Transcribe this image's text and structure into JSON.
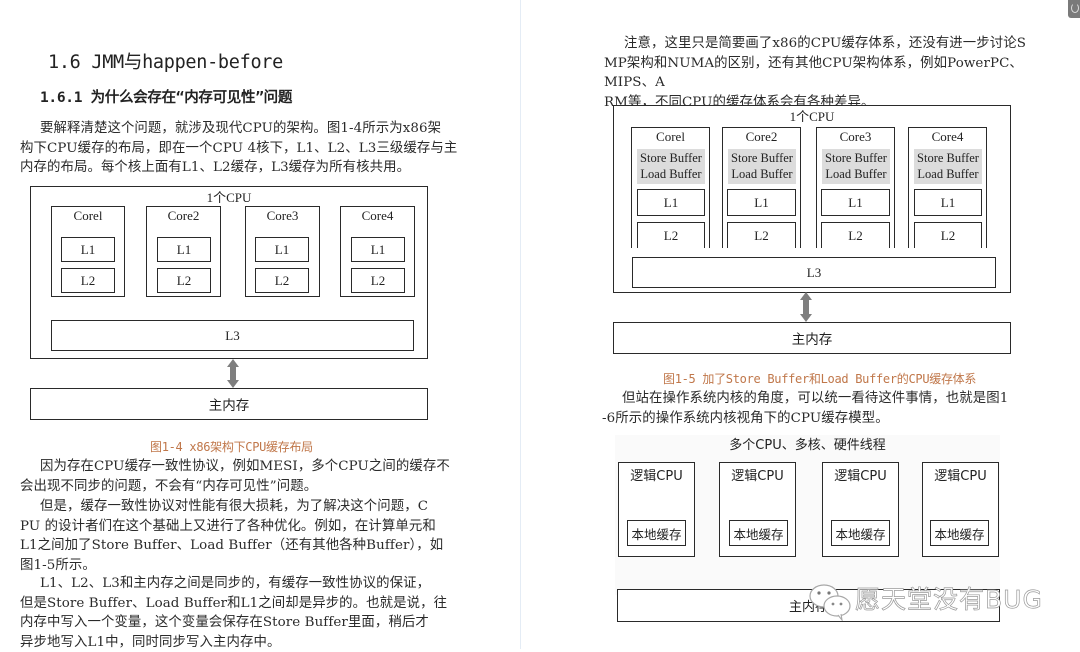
{
  "left_page": {
    "section_title": "1.6 JMM与happen-before",
    "subsection_title": "1.6.1 为什么会存在“内存可见性”问题",
    "paragraphs": [
      [
        "要解释清楚这个问题，就涉及现代CPU的架构。图1-4所示为x86架",
        "构下CPU缓存的布局，即在一个CPU 4核下，L1、L2、L3三级缓存与主",
        "内存的布局。每个核上面有L1、L2缓存，L3缓存为所有核共用。"
      ],
      [
        "因为存在CPU缓存一致性协议，例如MESI，多个CPU之间的缓存不",
        "会出现不同步的问题，不会有“内存可见性”问题。"
      ],
      [
        "但是，缓存一致性协议对性能有很大损耗，为了解决这个问题，C",
        "PU 的设计者们在这个基础上又进行了各种优化。例如，在计算单元和",
        "L1之间加了Store Buffer、Load Buffer（还有其他各种Buffer），如",
        "图1-5所示。"
      ],
      [
        "L1、L2、L3和主内存之间是同步的，有缓存一致性协议的保证，",
        "但是Store Buffer、Load Buffer和L1之间却是异步的。也就是说，往",
        "内存中写入一个变量，这个变量会保存在Store Buffer里面，稍后才",
        "异步地写入L1中，同时同步写入主内存中。"
      ]
    ],
    "figure_1_4": {
      "cpu_label": "1个CPU",
      "cores": [
        {
          "name": "Corel",
          "l1": "L1",
          "l2": "L2"
        },
        {
          "name": "Core2",
          "l1": "L1",
          "l2": "L2"
        },
        {
          "name": "Core3",
          "l1": "L1",
          "l2": "L2"
        },
        {
          "name": "Core4",
          "l1": "L1",
          "l2": "L2"
        }
      ],
      "l3": "L3",
      "main_memory": "主内存",
      "caption": "图1-4 x86架构下CPU缓存布局"
    }
  },
  "right_page": {
    "paragraphs": [
      [
        "注意，这里只是简要画了x86的CPU缓存体系，还没有进一步讨论S",
        "MP架构和NUMA的区别，还有其他CPU架构体系，例如PowerPC、MIPS、A",
        "RM等，不同CPU的缓存体系会有各种差异。"
      ],
      [
        "但站在操作系统内核的角度，可以统一看待这件事情，也就是图1",
        "-6所示的操作系统内核视角下的CPU缓存模型。"
      ]
    ],
    "figure_1_5": {
      "cpu_label": "1个CPU",
      "cores": [
        {
          "name": "Corel",
          "store_buffer": "Store Buffer",
          "load_buffer": "Load Buffer",
          "l1": "L1",
          "l2": "L2"
        },
        {
          "name": "Core2",
          "store_buffer": "Store Buffer",
          "load_buffer": "Load Buffer",
          "l1": "L1",
          "l2": "L2"
        },
        {
          "name": "Core3",
          "store_buffer": "Store Buffer",
          "load_buffer": "Load Buffer",
          "l1": "L1",
          "l2": "L2"
        },
        {
          "name": "Core4",
          "store_buffer": "Store Buffer",
          "load_buffer": "Load Buffer",
          "l1": "L1",
          "l2": "L2"
        }
      ],
      "l3": "L3",
      "main_memory": "主内存",
      "caption": "图1-5 加了Store Buffer和Load Buffer的CPU缓存体系"
    },
    "figure_1_6": {
      "title": "多个CPU、多核、硬件线程",
      "cpus": [
        {
          "name": "逻辑CPU",
          "cache": "本地缓存"
        },
        {
          "name": "逻辑CPU",
          "cache": "本地缓存"
        },
        {
          "name": "逻辑CPU",
          "cache": "本地缓存"
        },
        {
          "name": "逻辑CPU",
          "cache": "本地缓存"
        }
      ],
      "main_memory": "主内存"
    }
  },
  "watermark": {
    "text": "愿天堂没有BUG",
    "icon": "wechat-icon"
  },
  "colors": {
    "caption": "#c0774a",
    "buffer_fill": "#dcdcdc",
    "arrow": "#7f7f7f"
  }
}
